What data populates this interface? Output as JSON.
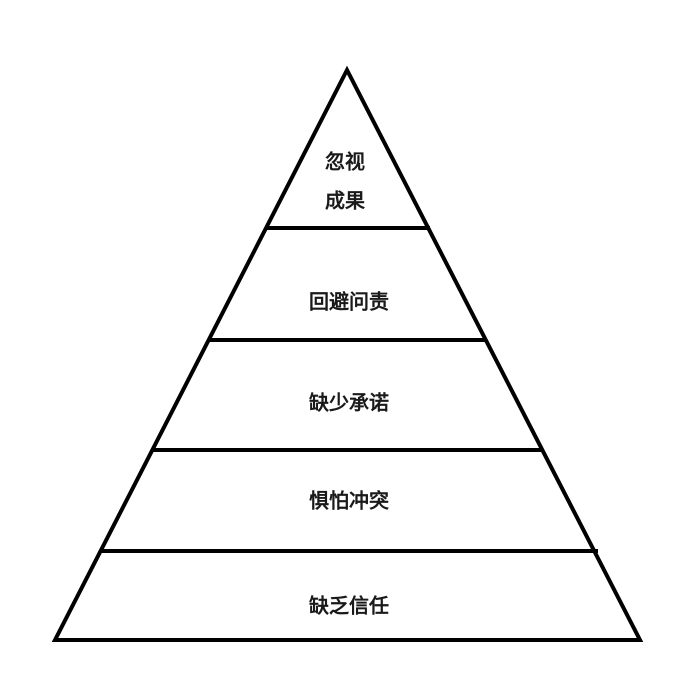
{
  "title": "",
  "levels": [
    {
      "line1": "忽视",
      "line2": "成果"
    },
    {
      "label": "回避问责"
    },
    {
      "label": "缺少承诺"
    },
    {
      "label": "惧怕冲突"
    },
    {
      "label": "缺乏信任"
    }
  ],
  "colors": {
    "stroke": "#000000",
    "text": "#1a1a1a",
    "background": "#ffffff"
  }
}
